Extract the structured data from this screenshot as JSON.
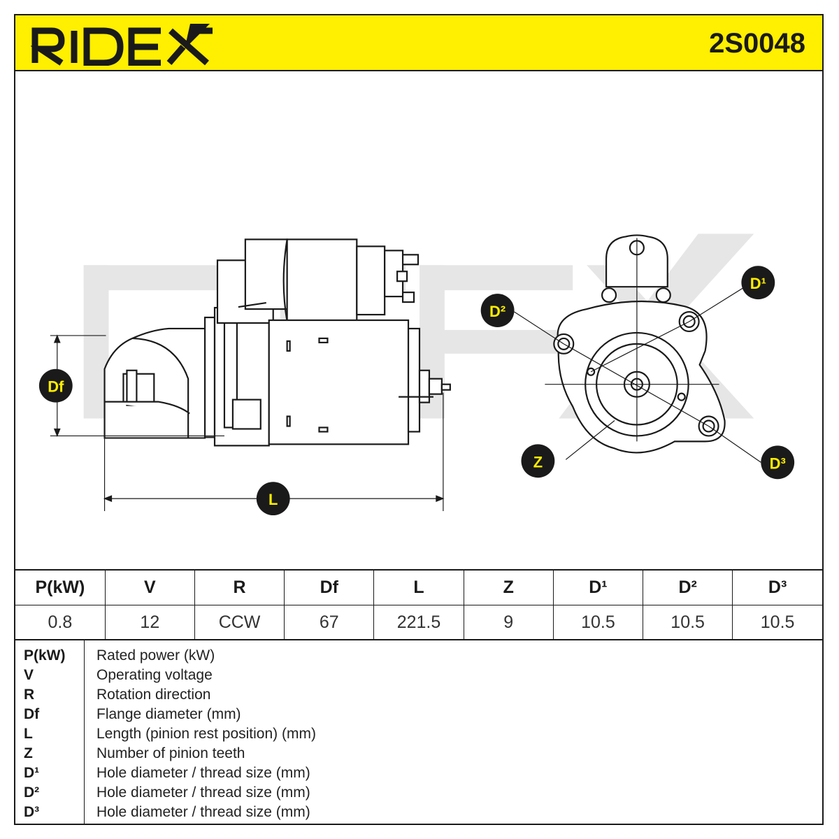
{
  "header": {
    "brand": "RIDEX",
    "part_number": "2S0048",
    "accent_color": "#ffef00"
  },
  "drawing": {
    "labels": {
      "df": "Df",
      "l": "L",
      "d1": "D¹",
      "d2": "D²",
      "d3": "D³",
      "z": "Z"
    },
    "watermark": "RIDEX"
  },
  "specs": {
    "headers": [
      "P(kW)",
      "V",
      "R",
      "Df",
      "L",
      "Z",
      "D¹",
      "D²",
      "D³"
    ],
    "values": [
      "0.8",
      "12",
      "CCW",
      "67",
      "221.5",
      "9",
      "10.5",
      "10.5",
      "10.5"
    ]
  },
  "legend": [
    {
      "key": "P(kW)",
      "desc": "Rated power (kW)"
    },
    {
      "key": "V",
      "desc": "Operating voltage"
    },
    {
      "key": "R",
      "desc": "Rotation direction"
    },
    {
      "key": "Df",
      "desc": "Flange diameter (mm)"
    },
    {
      "key": "L",
      "desc": "Length (pinion rest position) (mm)"
    },
    {
      "key": "Z",
      "desc": "Number of pinion teeth"
    },
    {
      "key": "D¹",
      "desc": "Hole diameter / thread size (mm)"
    },
    {
      "key": "D²",
      "desc": "Hole diameter / thread size (mm)"
    },
    {
      "key": "D³",
      "desc": "Hole diameter / thread size (mm)"
    }
  ]
}
